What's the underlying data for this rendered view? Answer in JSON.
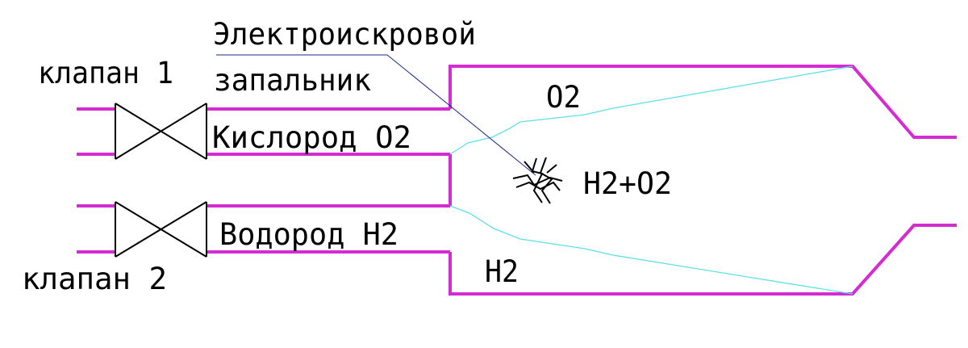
{
  "labels": {
    "igniter_line1": "Электроискровой",
    "igniter_line2": "запальник",
    "valve1": "клапан 1",
    "valve2": "клапан 2",
    "oxygen_pipe": "Кислород О2",
    "hydrogen_pipe": "Водород Н2",
    "o2_stream": "О2",
    "h2_stream": "Н2",
    "mixture": "Н2+О2"
  },
  "colors": {
    "pipe": "#d52bd2",
    "flow_line": "#5fe0e8",
    "leader": "#1a2a8a",
    "ink": "#000000"
  }
}
